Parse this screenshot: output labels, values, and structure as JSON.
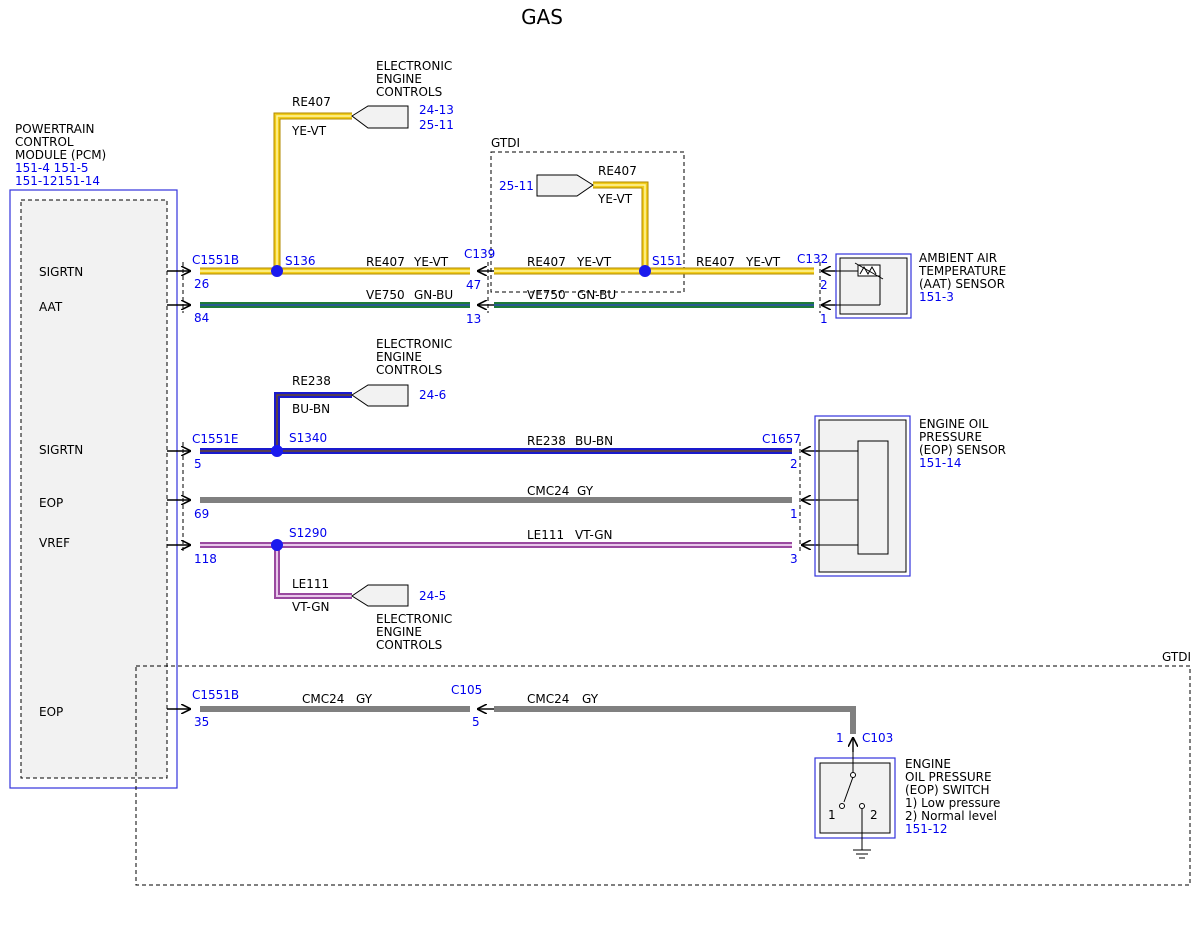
{
  "title": "GAS",
  "colors": {
    "ye_vt_main": "#f2cc1a",
    "ye_vt_stripe": "#fff7a0",
    "gn_bu_main": "#1e7a3a",
    "gn_bu_stripe": "#2b4fb0",
    "bu_bn_main": "#1a1acc",
    "bu_bn_stripe": "#6b4a2a",
    "gy": "#808080",
    "vt_gn_main": "#c080c8",
    "vt_gn_stripe": "#d9b3dc",
    "splice": "#1a1aee",
    "ref_text": "#0000ee"
  },
  "pcm": {
    "name_lines": [
      "POWERTRAIN",
      "CONTROL",
      "MODULE (PCM)"
    ],
    "refs": [
      "151-4 151-5",
      "151-12151-14"
    ],
    "pins": {
      "sigrtn1": "SIGRTN",
      "aat": "AAT",
      "sigrtn2": "SIGRTN",
      "eop": "EOP",
      "vref": "VREF",
      "eop2": "EOP"
    }
  },
  "connectors": {
    "c1551b_top": {
      "name": "C1551B",
      "pin_a": "26",
      "pin_b": "84"
    },
    "c1551e": {
      "name": "C1551E",
      "pin_a": "5",
      "pin_b": "69",
      "pin_c": "118"
    },
    "c1551b_bottom": {
      "name": "C1551B",
      "pin": "35"
    },
    "c139": {
      "name": "C139",
      "pin_a": "47",
      "pin_b": "13"
    },
    "c132": {
      "name": "C132",
      "pin_a": "2",
      "pin_b": "1"
    },
    "c1657": {
      "name": "C1657",
      "pin_a": "2",
      "pin_b": "1",
      "pin_c": "3"
    },
    "c105": {
      "name": "C105",
      "pin": "5"
    },
    "c103": {
      "name": "C103",
      "pin": "1"
    }
  },
  "splices": {
    "s136": "S136",
    "s151": "S151",
    "s1340": "S1340",
    "s1290": "S1290"
  },
  "wires": {
    "re407": {
      "circuit": "RE407",
      "color": "YE-VT"
    },
    "ve750": {
      "circuit": "VE750",
      "color": "GN-BU"
    },
    "re238": {
      "circuit": "RE238",
      "color": "BU-BN"
    },
    "cmc24": {
      "circuit": "CMC24",
      "color": "GY"
    },
    "le111": {
      "circuit": "LE111",
      "color": "VT-GN"
    }
  },
  "eec_lines": [
    "ELECTRONIC",
    "ENGINE",
    "CONTROLS"
  ],
  "eec_refs": {
    "top_a": "24-13",
    "top_b": "25-11",
    "gtdi": "25-11",
    "mid": "24-6",
    "low": "24-5"
  },
  "gtdi_label": "GTDI",
  "aat_sensor": {
    "lines": [
      "AMBIENT AIR",
      "TEMPERATURE",
      "(AAT) SENSOR"
    ],
    "ref": "151-3"
  },
  "eop_sensor": {
    "lines": [
      "ENGINE OIL",
      "PRESSURE",
      "(EOP) SENSOR"
    ],
    "ref": "151-14"
  },
  "eop_switch": {
    "lines": [
      "ENGINE",
      "OIL PRESSURE",
      "(EOP) SWITCH",
      "1) Low pressure",
      "2) Normal level"
    ],
    "ref": "151-12",
    "pos1": "1",
    "pos2": "2"
  }
}
